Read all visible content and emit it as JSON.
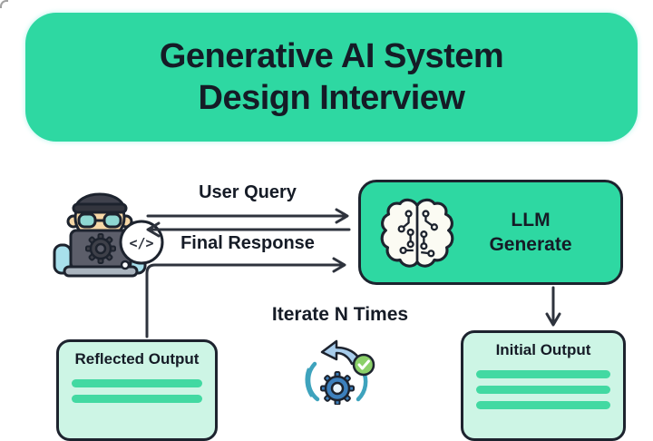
{
  "title": {
    "line1": "Generative AI System",
    "line2": "Design Interview"
  },
  "diagram": {
    "user": {
      "icon": "developer-user-icon",
      "bubble_text": "</>"
    },
    "arrows": {
      "user_query": {
        "label": "User Query",
        "direction": "right"
      },
      "final_response": {
        "label": "Final Response",
        "direction": "left"
      },
      "reflected_to_llm": {
        "direction": "up-then-right"
      },
      "llm_to_initial": {
        "direction": "down"
      }
    },
    "llm_box": {
      "icon": "brain-circuit-icon",
      "line1": "LLM",
      "line2": "Generate"
    },
    "iterate": {
      "label": "Iterate N Times",
      "icon": "iterate-gear-icon"
    },
    "reflected_output": {
      "title": "Reflected Output",
      "placeholder_lines": 2
    },
    "initial_output": {
      "title": "Initial Output",
      "placeholder_lines": 3
    }
  },
  "colors": {
    "background": "#ffffff",
    "accent_green": "#2ed8a2",
    "light_mint": "#cdf5e5",
    "bar_green": "#42d9a2",
    "outline_dark": "#1d232e",
    "text_dark": "#151b26",
    "arrow_dark": "#2e333d",
    "gear_blue": "#3d80bd",
    "check_green": "#8bd069",
    "sleeve_blue": "#a8e0ec",
    "skin_tone": "#f6d7a6"
  }
}
